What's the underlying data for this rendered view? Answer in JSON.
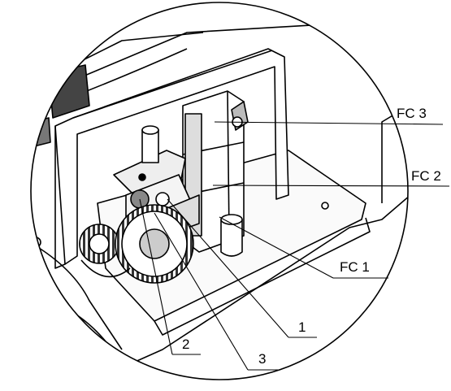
{
  "labels": {
    "fc3": "FC 3",
    "fc2": "FC 2",
    "fc1": "FC 1",
    "n1": "1",
    "n2": "2",
    "n3": "3"
  }
}
